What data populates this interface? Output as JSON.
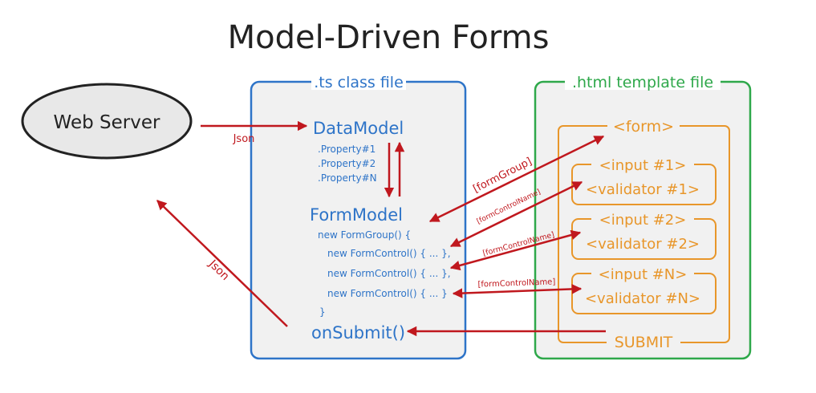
{
  "title": "Model-Driven Forms",
  "server": {
    "label": "Web Server"
  },
  "ts_file": {
    "label": ".ts class file",
    "data_model": {
      "name": "DataModel",
      "properties": [
        ".Property#1",
        ".Property#2",
        ".Property#N"
      ]
    },
    "form_model": {
      "name": "FormModel",
      "code_lines": [
        "new FormGroup() {",
        "new FormControl() { ... },",
        "new FormControl() { ... },",
        "new FormControl() { ... }",
        "}"
      ]
    },
    "submit_handler": "onSubmit()"
  },
  "html_file": {
    "label": ".html template file",
    "form_tag": "<form>",
    "inputs": [
      {
        "input": "<input #1>",
        "validator": "<validator #1>"
      },
      {
        "input": "<input #2>",
        "validator": "<validator #2>"
      },
      {
        "input": "<input #N>",
        "validator": "<validator #N>"
      }
    ],
    "submit": "SUBMIT"
  },
  "arrows": {
    "json_in": "Json",
    "json_out": "Json",
    "form_group": "[formGroup]",
    "form_control_name": [
      "[formControlName]",
      "[formControlName]",
      "[formControlName]"
    ]
  },
  "colors": {
    "blue": "#2e74c8",
    "green": "#2ea84a",
    "orange": "#e8962a",
    "red": "#c0181e",
    "text_dark": "#222222",
    "panel_bg": "#f1f1f1",
    "server_bg": "#e8e8e8"
  }
}
